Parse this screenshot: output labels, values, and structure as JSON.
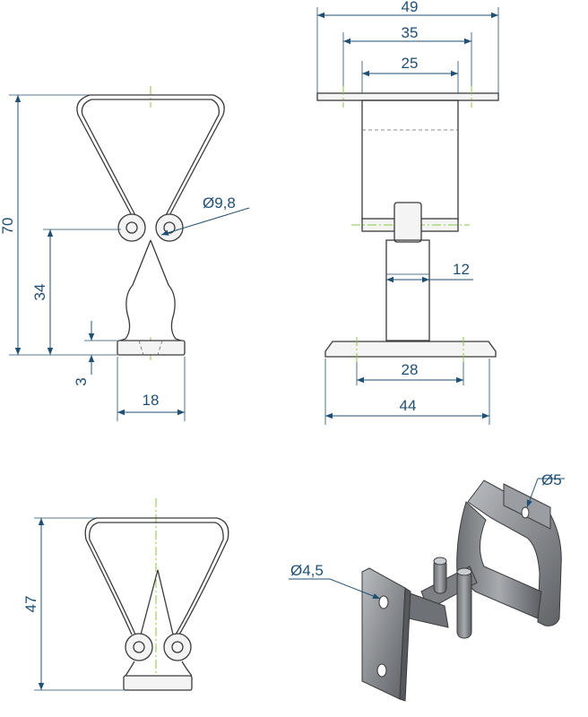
{
  "front_view": {
    "height_total": "70",
    "height_pivot": "34",
    "base_thickness": "3",
    "base_width": "18",
    "pivot_diameter": "Ø9,8"
  },
  "side_view": {
    "width_top": "49",
    "width_mid": "35",
    "width_inner": "25",
    "shaft_width": "12",
    "base_holes": "28",
    "base_width": "44"
  },
  "closed_view": {
    "height": "47"
  },
  "iso_view": {
    "hole_top": "Ø5",
    "hole_base": "Ø4,5"
  },
  "colors": {
    "dimension": "#1f4f73",
    "axis": "#8cc63f",
    "part_outline": "#3a3a3a",
    "metal": "#8a8d91"
  }
}
